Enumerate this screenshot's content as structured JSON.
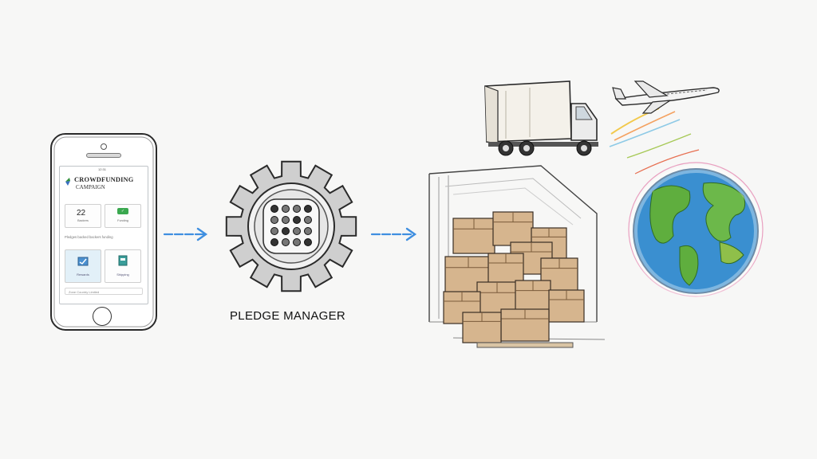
{
  "phone": {
    "status_time": "12:31",
    "brand_title": "CROWDFUNDING",
    "brand_subtitle": "CAMPAIGN",
    "stat_number": "22",
    "stat_caption_left": "Backers",
    "stat_badge": "✓",
    "stat_caption_right": "Funding",
    "note": "Pledges backed backers funding",
    "tile_caption_left": "Rewards",
    "tile_caption_right": "Shipping",
    "footer": "Zone Country Limited"
  },
  "pledge_manager": {
    "label": "PLEDGE MANAGER"
  },
  "colors": {
    "arrow": "#3f8fe0",
    "box": "#c9a27a",
    "ocean": "#3a8fd0",
    "land": "#5fae3e",
    "sketch": "#2a2a2a"
  },
  "icons": [
    "smartphone-icon",
    "gear-icon",
    "warehouse-icon",
    "truck-icon",
    "airplane-icon",
    "globe-icon",
    "arrow-right-icon"
  ]
}
